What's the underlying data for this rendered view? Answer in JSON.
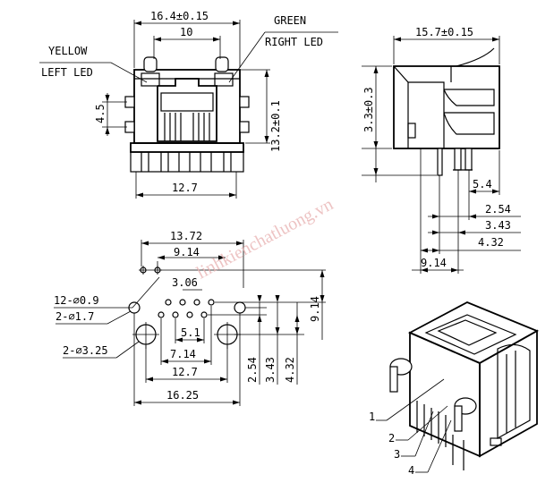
{
  "front_view": {
    "dim_total_width": "16.4±0.15",
    "dim_inner_width": "10",
    "dim_height": "13.2±0.1",
    "dim_led_pitch": "4.5",
    "dim_bottom_width": "12.7",
    "label_green": "GREEN",
    "label_right_led": "RIGHT LED",
    "label_yellow": "YELLOW",
    "label_left_led": "LEFT LED"
  },
  "side_view": {
    "dim_length": "15.7±0.15",
    "dim_pin_height": "3.3±0.3",
    "dim_5_4": "5.4",
    "dim_2_54": "2.54",
    "dim_3_43": "3.43",
    "dim_4_32": "4.32",
    "dim_9_14": "9.14"
  },
  "pcb_layout": {
    "dim_13_72": "13.72",
    "dim_9_14_top": "9.14",
    "dim_3_06": "3.06",
    "hole_12": "12-∅0.9",
    "hole_2_small": "2-∅1.7",
    "hole_2_large": "2-∅3.25",
    "dim_5_1": "5.1",
    "dim_7_14": "7.14",
    "dim_12_7": "12.7",
    "dim_16_25": "16.25",
    "dim_2_54_v": "2.54",
    "dim_3_43_v": "3.43",
    "dim_4_32_v": "4.32",
    "dim_9_14_v": "9.14"
  },
  "iso_view": {
    "callout_1": "1",
    "callout_2": "2",
    "callout_3": "3",
    "callout_4": "4"
  },
  "watermark": "linhkienchatluong.vn"
}
